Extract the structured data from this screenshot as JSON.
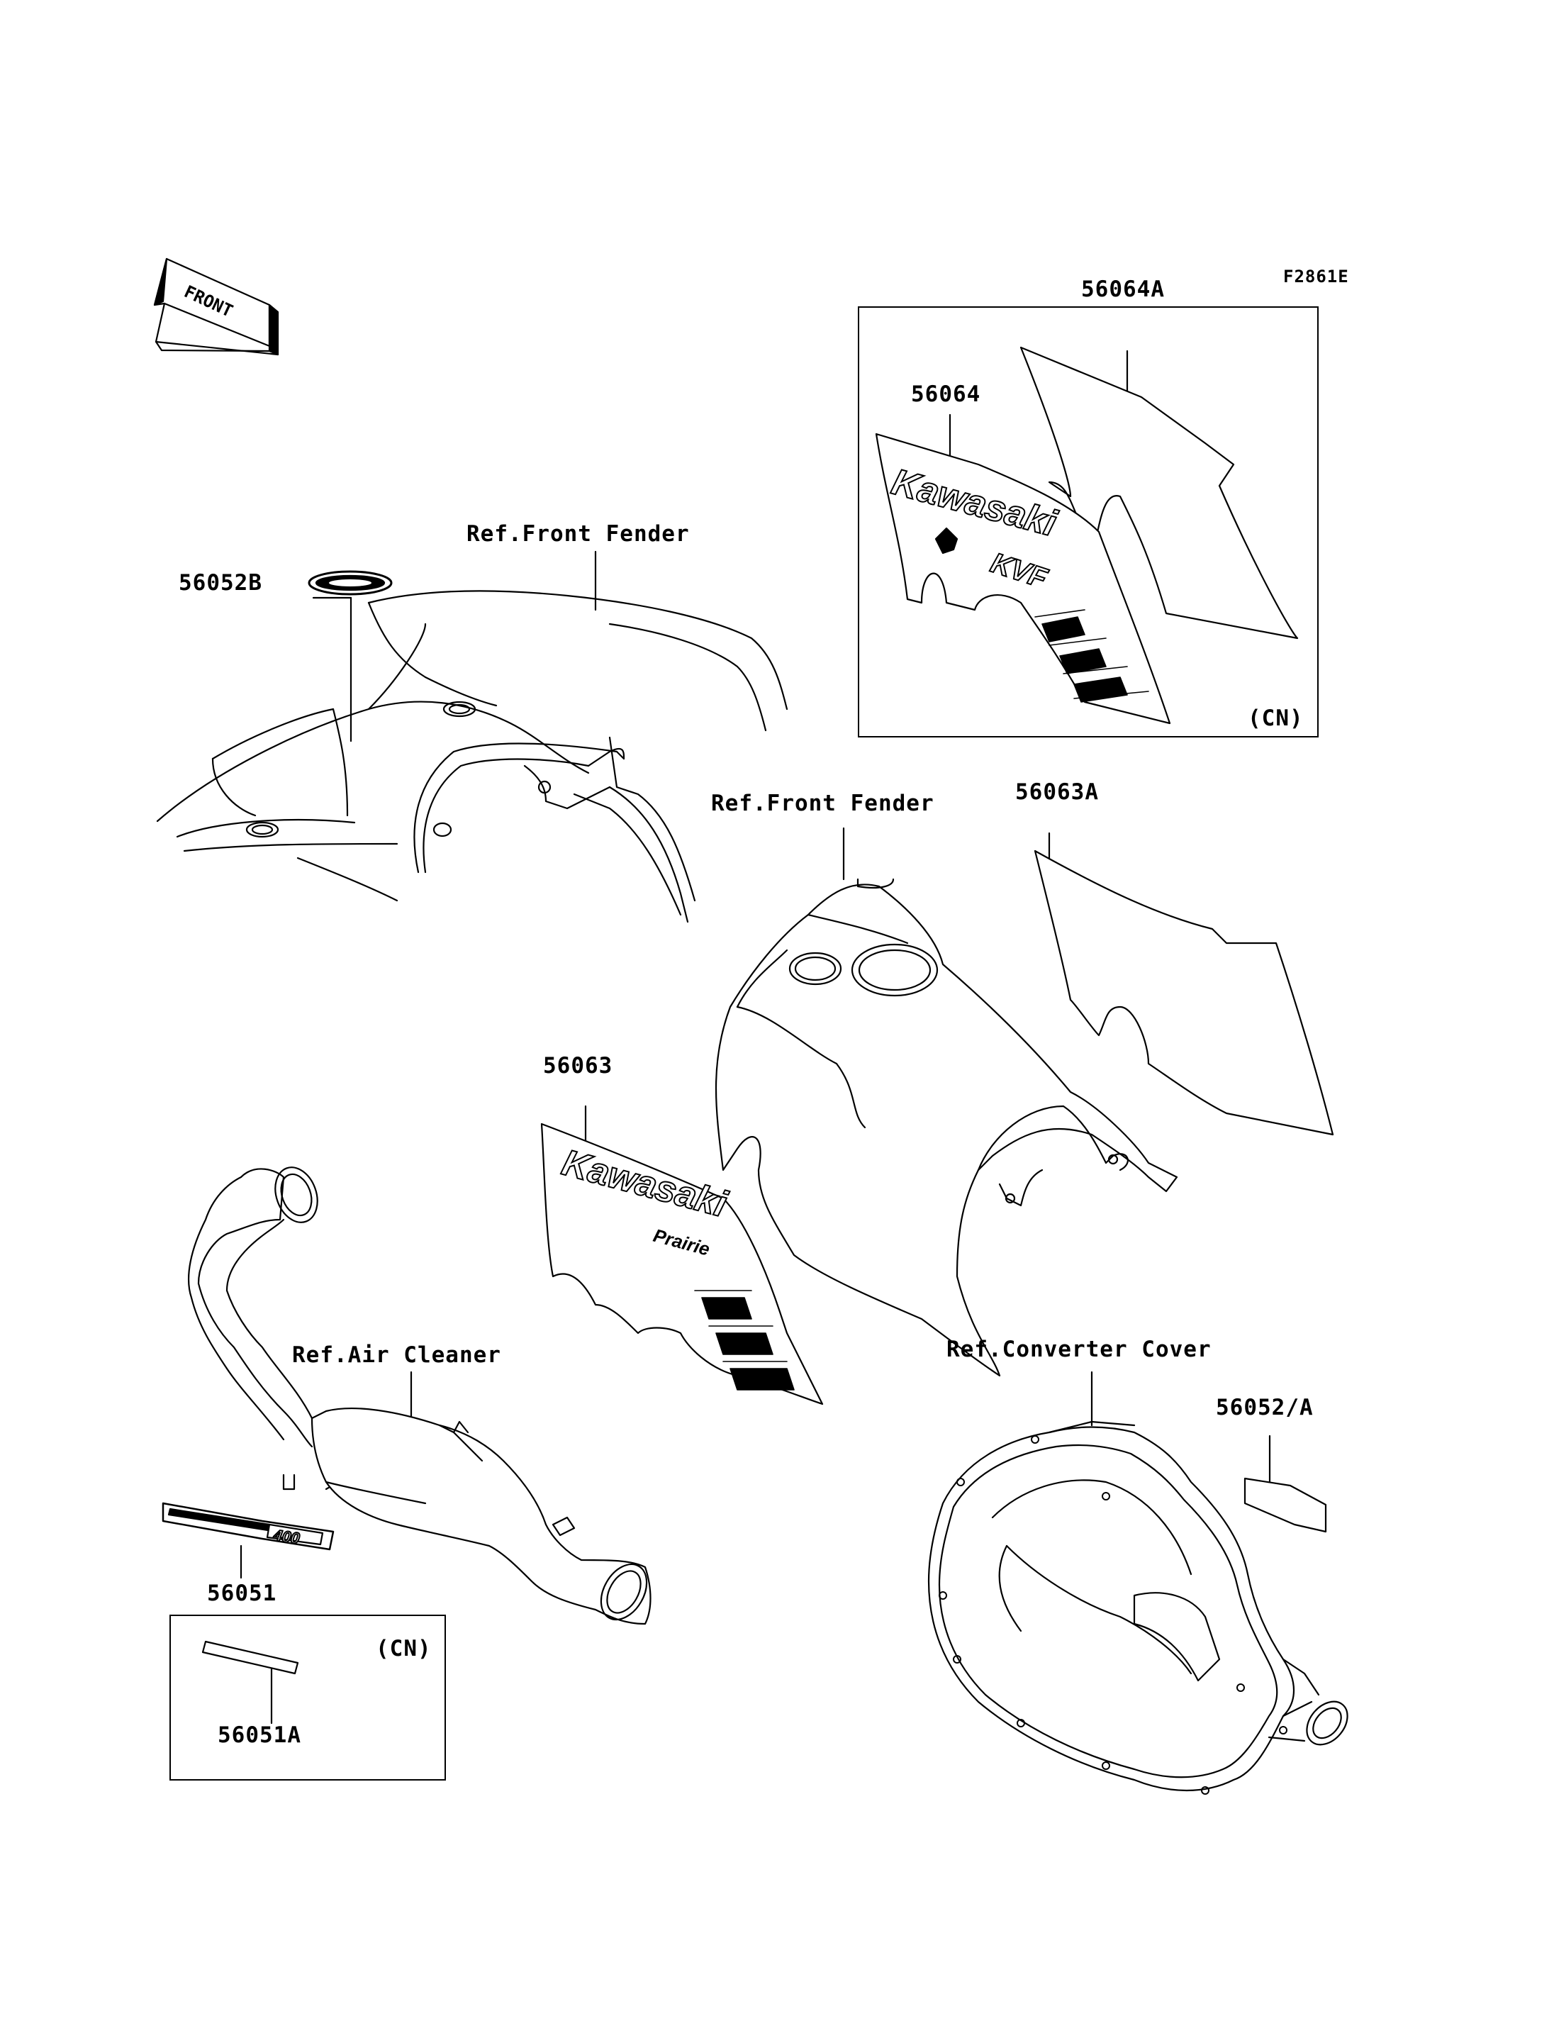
{
  "figure_code": "F2861E",
  "direction_arrow": "FRONT",
  "logos": {
    "decal_56064_brand": "Kawasaki",
    "decal_56064_model": "KVF",
    "decal_56063_brand": "Kawasaki",
    "decal_56063_model": "Prairie",
    "decal_56051_model": "400"
  },
  "labels": {
    "ref_front_fender_1": "Ref.Front Fender",
    "ref_front_fender_2": "Ref.Front Fender",
    "ref_air_cleaner": "Ref.Air Cleaner",
    "ref_converter_cover": "Ref.Converter Cover",
    "part_56052b": "56052B",
    "part_56064": "56064",
    "part_56064a": "56064A",
    "part_56063": "56063",
    "part_56063a": "56063A",
    "part_56051": "56051",
    "part_56051a": "56051A",
    "part_56052a": "56052/A",
    "region_cn_1": "(CN)",
    "region_cn_2": "(CN)"
  }
}
